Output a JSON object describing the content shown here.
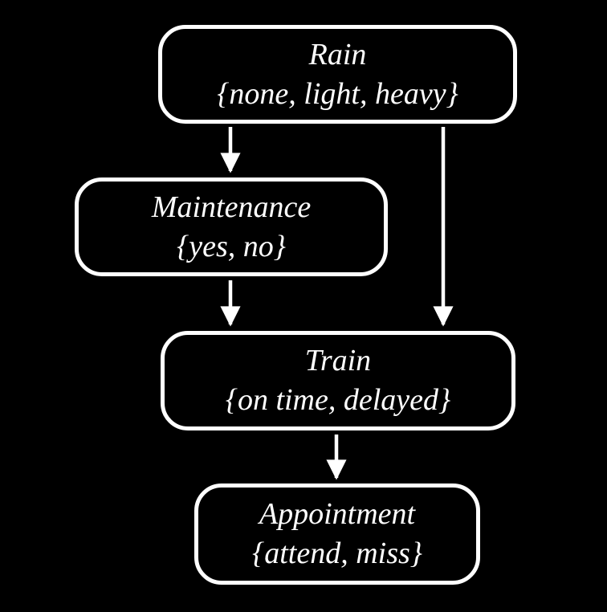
{
  "diagram": {
    "type": "bayesian-network",
    "colors": {
      "background": "#000000",
      "node_border": "#ffffff",
      "node_text": "#ffffff",
      "edge": "#ffffff"
    },
    "nodes": [
      {
        "id": "rain",
        "label": "Rain",
        "values": "{none, light, heavy}"
      },
      {
        "id": "maintenance",
        "label": "Maintenance",
        "values": "{yes, no}"
      },
      {
        "id": "train",
        "label": "Train",
        "values": "{on time, delayed}"
      },
      {
        "id": "appointment",
        "label": "Appointment",
        "values": "{attend, miss}"
      }
    ],
    "edges": [
      {
        "from": "rain",
        "to": "maintenance"
      },
      {
        "from": "rain",
        "to": "train"
      },
      {
        "from": "maintenance",
        "to": "train"
      },
      {
        "from": "train",
        "to": "appointment"
      }
    ]
  }
}
